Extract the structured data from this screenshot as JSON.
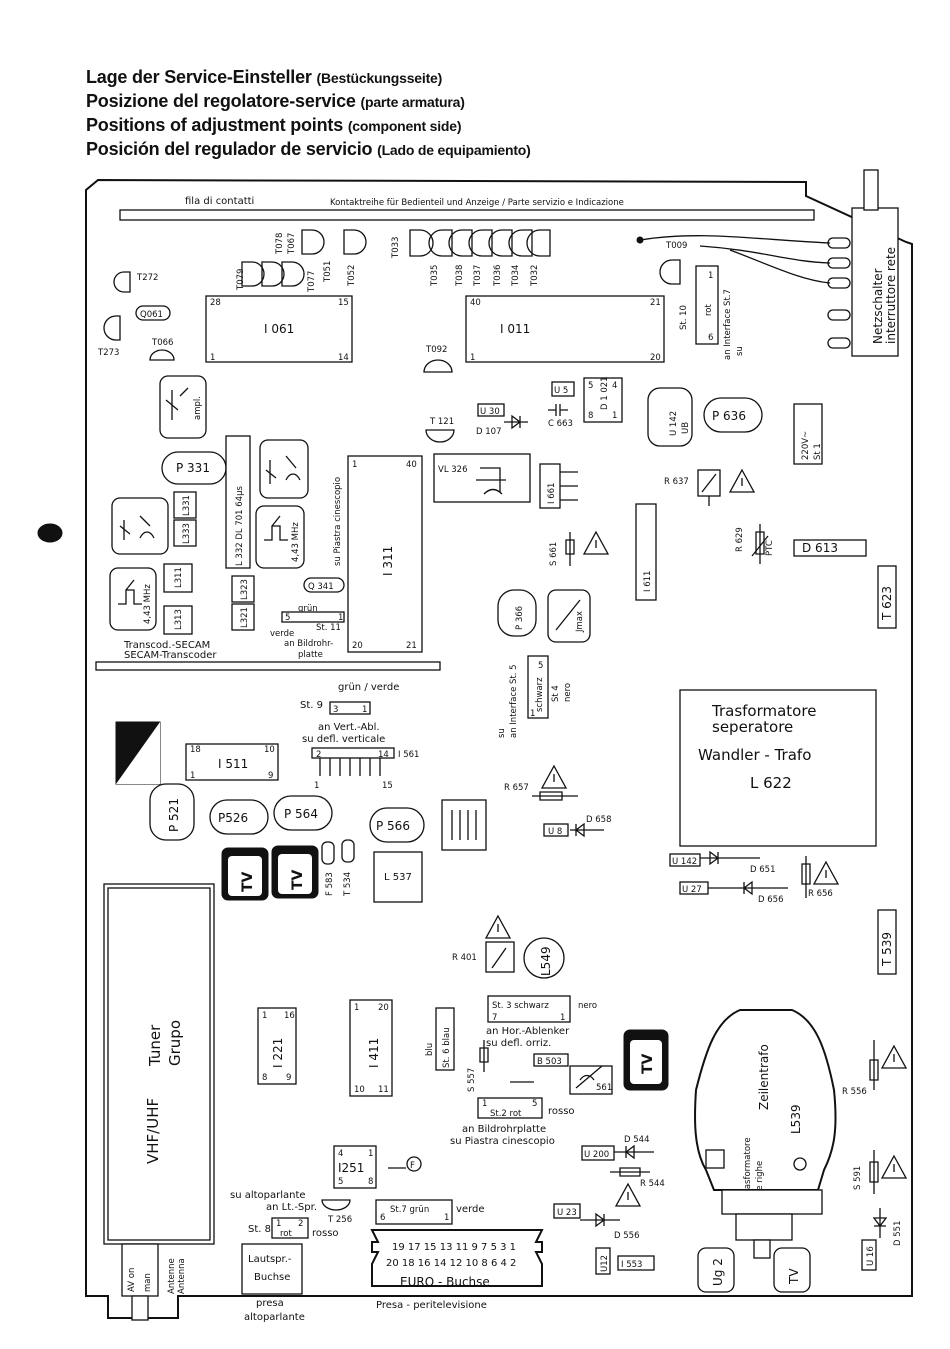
{
  "titles": [
    {
      "main": "Lage der Service-Einsteller",
      "sub": "(Bestückungsseite)"
    },
    {
      "main": "Posizione del regolatore-service",
      "sub": "(parte armatura)"
    },
    {
      "main": "Positions of adjustment points",
      "sub": "(component side)"
    },
    {
      "main": "Posición del regulador de servicio",
      "sub": "(Lado de equipamiento)"
    }
  ],
  "top_strip": {
    "left": "fila di contatti",
    "right": "Kontaktreihe für Bedienteil und Anzeige / Parte servizio e Indicazione"
  },
  "switch": {
    "line1": "Netzschalter",
    "line2": "interruttore rete"
  },
  "top_labels": {
    "t078": "T078",
    "t067": "T067",
    "t079": "T079",
    "t077": "T077",
    "t051": "T051",
    "t052": "T052",
    "t033": "T033",
    "t035": "T035",
    "t038": "T038",
    "t037": "T037",
    "t036": "T036",
    "t034": "T034",
    "t032": "T032",
    "t009": "T009",
    "t272": "T272",
    "t273": "T273",
    "q061": "Q061",
    "t066": "T066",
    "t092": "T092"
  },
  "i061": {
    "name": "I 061",
    "p28": "28",
    "p15": "15",
    "p1": "1",
    "p14": "14"
  },
  "i011": {
    "name": "I 011",
    "p40": "40",
    "p21": "21",
    "p1": "1",
    "p20": "20"
  },
  "st10": {
    "label": "St. 10",
    "rot": "rot",
    "n1": "1",
    "n6": "6",
    "iface": "an Interface St.7",
    "su": "su"
  },
  "mid_upper": {
    "ampl": "ampl.",
    "p331": "P 331",
    "l332": "L 332  DL 701  64µs",
    "mhz1": "4,43 MHz",
    "mhz2": "4,43 MHz",
    "l331": "L331",
    "l333": "L333",
    "l311": "L311",
    "l313": "L313",
    "l323": "L323",
    "l321": "L321",
    "q341": "Q 341",
    "gruen": "grün",
    "st11": "St. 11",
    "n5": "5",
    "n1": "1",
    "verde": "verde",
    "bildrohr": "an Bildrohr-",
    "platte": "platte",
    "piastra": "su Piastra cinescopio",
    "i311": "I 311",
    "p1": "1",
    "p40": "40",
    "p20": "20",
    "p21": "21",
    "transcod1": "Transcod.-SECAM",
    "transcod2": "SECAM-Transcoder"
  },
  "center_upper": {
    "u30": "U 30",
    "d107": "D 107",
    "c663": "C 663",
    "u5": "U 5",
    "d1021": "D 1 021",
    "n5": "5",
    "n4": "4",
    "n8": "8",
    "n1": "1",
    "t121": "T 121",
    "vl326": "VL 326",
    "i661": "I 661",
    "s661": "S 661",
    "i611": "I 611",
    "p366": "P 366",
    "jmax": "Jmax",
    "iface": "su",
    "iface2": "an Interface St. 5",
    "schwarz": "schwarz",
    "st4": "St 4",
    "nero": "nero",
    "n5b": "5"
  },
  "right_upper": {
    "u142": "U 142",
    "ub": "UB",
    "p636": "P 636",
    "v220": "220V~",
    "st1": "St 1",
    "r637": "R 637",
    "r629": "R 629",
    "ptc": "PTC",
    "d613": "D 613",
    "t623": "T 623"
  },
  "trafo": {
    "l1": "Trasformatore",
    "l2": "seperatore",
    "l3": "Wandler - Trafo",
    "l4": "L 622"
  },
  "mid_lower": {
    "gruenverde": "grün / verde",
    "st9": "St. 9",
    "n3": "3",
    "n1": "1",
    "vert1": "an Vert.-Abl.",
    "vert2": "su defl. verticale",
    "n2": "2",
    "n14": "14",
    "i561": "I 561",
    "n1b": "1",
    "n15": "15",
    "i511": "I 511",
    "p18": "18",
    "p10": "10",
    "p1": "1",
    "p9": "9",
    "p521": "P 521",
    "p526": "P526",
    "p564": "P 564",
    "p566": "P 566",
    "l537": "L 537",
    "f583": "F 583",
    "t534": "T 534",
    "tv": "TV"
  },
  "right_mid": {
    "r657": "R 657",
    "d658": "D 658",
    "u8": "U 8",
    "u142": "U 142",
    "d651": "D 651",
    "u27": "U 27",
    "d656": "D 656",
    "r656": "R 656",
    "t539": "T 539",
    "r401": "R 401",
    "l549": "L549"
  },
  "tuner": {
    "l1": "VHF/UHF",
    "l2": "Tuner",
    "l3": "Grupo",
    "antenna1": "Antenne",
    "antenna2": "Antenna",
    "av": "AV on",
    "man": "man"
  },
  "lower": {
    "i221": "I 221",
    "p1": "1",
    "p16": "16",
    "p8": "8",
    "p9": "9",
    "i411": "I 411",
    "p1b": "1",
    "p20": "20",
    "p10": "10",
    "p11": "11",
    "blu": "blu",
    "st6": "St. 6 blau",
    "s557": "S 557",
    "b503": "B 503",
    "n561": "561",
    "st3": "St. 3 schwarz",
    "nero": "nero",
    "n7": "7",
    "n1": "1",
    "hor1": "an Hor.-Ablenker",
    "hor2": "su defl. orriz.",
    "st2": "St.2 rot",
    "rosso": "rosso",
    "n1b": "1",
    "n5": "5",
    "bild1": "an Bildrohrplatte",
    "bild2": "su Piastra cinescopio",
    "zeilen": "Zeilentrafo",
    "l539": "L539",
    "trafor": "trasformatore",
    "righe": "de righe",
    "r556": "R 556",
    "s591": "S 591",
    "d551": "D 551",
    "u16": "U 16",
    "d544": "D 544",
    "u200": "U 200",
    "r544": "R 544",
    "u23": "U 23",
    "d556": "D 556",
    "i251": "I251",
    "n4": "4",
    "n1c": "1",
    "n5b": "5",
    "n8": "8",
    "f": "F",
    "alto1": "su altoparlante",
    "alto2": "an Lt.-Spr.",
    "t256": "T 256",
    "st8": "St. 8",
    "n1d": "1",
    "n2": "2",
    "rot": "rot",
    "rosso2": "rosso",
    "st7": "St.7 grün",
    "verde": "verde",
    "n6": "6",
    "n1e": "1",
    "pins_top": "19 17 15 13 11  9  7  5  3  1",
    "pins_bot": "20 18 16 14 12 10  8  6  4  2",
    "euro": "EURO - Buchse",
    "presa_tv": "Presa - peritelevisione",
    "lautspr1": "Lautspr.-",
    "lautspr2": "Buchse",
    "presa1": "presa",
    "presa2": "altoparlante",
    "u12": "U12",
    "i553": "I 553",
    "ug2": "Ug 2",
    "tvsmall": "TV"
  }
}
